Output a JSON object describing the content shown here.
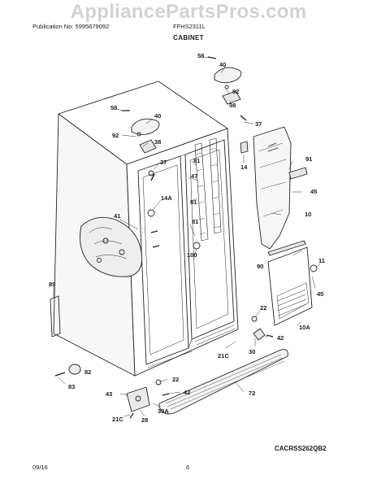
{
  "watermark": "AppliancePartsPros.com",
  "header": {
    "publication": "Publication No: 5995679092",
    "model": "FFHS2311L",
    "section": "CABINET"
  },
  "diagram_code": "CACRSS262QB2",
  "footer": {
    "date": "09/16",
    "page": "6"
  },
  "callouts": [
    "58",
    "40",
    "92",
    "38",
    "37",
    "58",
    "40",
    "92",
    "38",
    "37",
    "81",
    "47",
    "81",
    "14",
    "91",
    "45",
    "14A",
    "10",
    "41",
    "81",
    "90",
    "11",
    "100",
    "89",
    "45",
    "22",
    "42",
    "10A",
    "21C",
    "30",
    "82",
    "83",
    "22",
    "42",
    "43",
    "30A",
    "72",
    "21C",
    "28"
  ]
}
